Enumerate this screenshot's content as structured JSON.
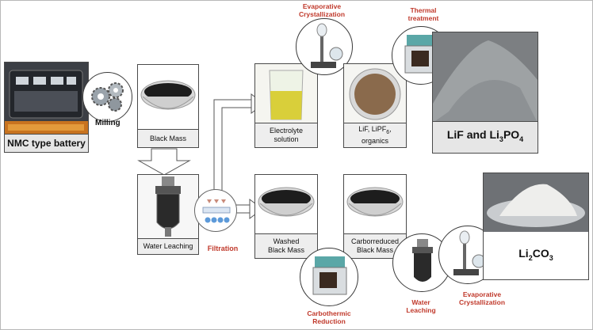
{
  "battery": {
    "label": "NMC type battery"
  },
  "milling": {
    "label": "Milling"
  },
  "black_mass": {
    "label": "Black Mass"
  },
  "water_leaching_1": {
    "label": "Water Leaching"
  },
  "filtration": {
    "label": "Filtration"
  },
  "electrolyte": {
    "line1": "Electrolyte",
    "line2": "solution"
  },
  "evap_cryst_top": {
    "line1": "Evaporative",
    "line2": "Crystallization"
  },
  "lif_box": {
    "line1": "LiF, LiPF",
    "sub": "6",
    "line1_end": ",",
    "line2": "organics"
  },
  "thermal": {
    "line1": "Thermal",
    "line2": "treatment"
  },
  "lif_product": {
    "text1": "LiF and Li",
    "sub1": "3",
    "text2": "PO",
    "sub2": "4"
  },
  "washed": {
    "line1": "Washed",
    "line2": "Black Mass"
  },
  "carborreduced": {
    "line1": "Carborreduced",
    "line2": "Black Mass"
  },
  "carbothermic": {
    "line1": "Carbothermic",
    "line2": "Reduction"
  },
  "water_leaching_2": {
    "line1": "Water",
    "line2": "Leaching"
  },
  "evap_cryst_bottom": {
    "line1": "Evaporative",
    "line2": "Crystallization"
  },
  "li2co3": {
    "text1": "Li",
    "sub1": "2",
    "text2": "CO",
    "sub2": "3"
  }
}
